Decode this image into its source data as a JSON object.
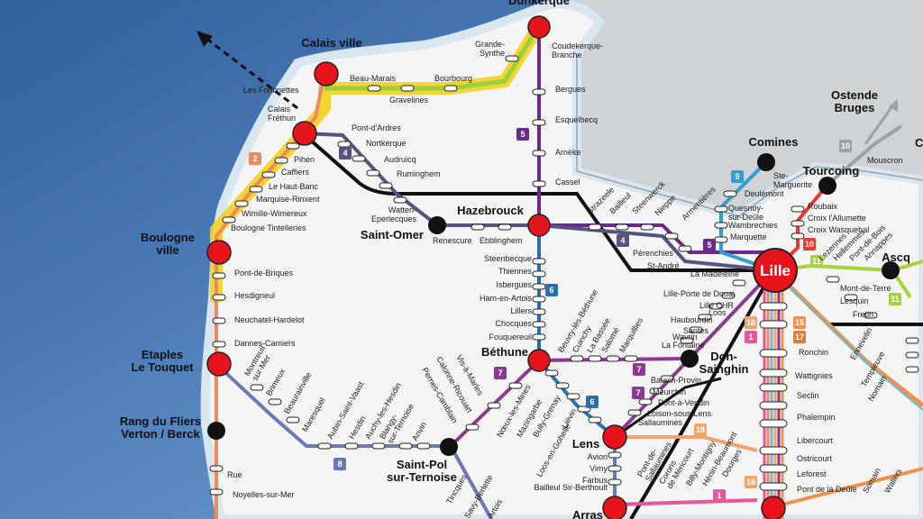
{
  "map_title": "",
  "cities": {
    "dunkerque": "Dunkerque",
    "calais": "Calais ville",
    "calais_frethun": "Calais\nFréthun",
    "boulogne": "Boulogne\nville",
    "etaples": "Etaples\nLe Touquet",
    "rang": "Rang du Fliers\nVerton / Berck",
    "saint_omer": "Saint-Omer",
    "hazebrouck": "Hazebrouck",
    "bethune": "Béthune",
    "saint_pol": "Saint-Pol\nsur-Ternoise",
    "lens": "Lens",
    "arras": "Arras",
    "don_sainghin": "Don-\nSainghin",
    "lille": "Lille",
    "comines": "Comines",
    "tourcoing": "Tourcoing",
    "ascq": "Ascq",
    "ostende": "Ostende\nBruges",
    "courtrai": "Court"
  },
  "stations": {
    "coudekerque": "Coudekerque-\nBranche",
    "grande_synthe": "Grande-\nSynthe",
    "beau_marais": "Beau-Marais",
    "bourbourg": "Bourbourg",
    "gravelines": "Gravelines",
    "fontinettes": "Les Fontinettes",
    "bergues": "Bergues",
    "esquelbecq": "Esquelbecq",
    "arneke": "Arnèke",
    "cassel": "Cassel",
    "pont_ardres": "Pont-d'Ardres",
    "nortkerque": "Nortkerque",
    "audruicq": "Audruicq",
    "ruminghem": "Ruminghem",
    "watten": "Watten-\nEperlecques",
    "pihen": "Pihen",
    "caffiers": "Caffiers",
    "haut_banc": "Le Haut-Banc",
    "marquise": "Marquise-Rinxent",
    "wimille": "Wimille-Wimereux",
    "boulogne_tint": "Boulogne Tintelleries",
    "pont_briques": "Pont-de-Briques",
    "hesdigneul": "Hesdigneul",
    "neuchatel": "Neuchatel-Hardelot",
    "dannes": "Dannes-Camiers",
    "rue": "Rue",
    "noyelles": "Noyelles-sur-Mer",
    "renescure": "Renescure",
    "ebblinghem": "Ebblinghem",
    "steenbecque": "Steenbecque",
    "thiennes": "Thiennes",
    "isbergues": "Isbergues",
    "ham": "Ham-en-Artois",
    "lillers": "Lillers",
    "chocques": "Chocques",
    "fouquereuil": "Fouquereuil",
    "strazeele": "Strazeele",
    "bailleul": "Bailleul",
    "steenwerck": "Steenwerck",
    "nieppe": "Nieppe",
    "armentieres": "Armentières",
    "perenchies": "Pérenchies",
    "st_andre": "St-André",
    "la_madeleine": "La Madeleine",
    "ste_marguerite": "Ste-\nMarguerite",
    "deulemont": "Deulémont",
    "quesnoy": "Quesnoy-\nsur-Deûle",
    "wambrechies": "Wambrechies",
    "marquette": "Marquette",
    "roubaix": "Roubaix",
    "croix_allumette": "Croix l'Allumette",
    "croix_wasquehal": "Croix Wasquehal",
    "mouscron": "Mouscron",
    "lezennes": "Lezennes",
    "hellemmes": "Hellemmes",
    "pont_de_bois": "Pont-de-Bois",
    "annappes": "Annappes",
    "mont_de_terre": "Mont-de-Terre",
    "lesquin": "Lesquin",
    "fretin": "Fretin",
    "lille_porte_douai": "Lille-Porte de Douai",
    "lille_chr": "Lille CHR",
    "loos": "Loos",
    "haubourdin": "Haubourdin",
    "santes": "Santes",
    "wavrin": "Wavrin",
    "la_fontaine": "La Fontaine",
    "beuvry": "Beuvry-lès-Béthune",
    "cuinchy": "Cuinchy",
    "la_bassee": "La Bassée",
    "salome": "Salomé",
    "marquillies": "Marquillies",
    "bauvin": "Bauvin-Provin",
    "meurchin": "Meurchin",
    "pont_vendin": "Pont-à-Vendin",
    "loison": "Loison-sous-Lens",
    "sallaumines": "Sallaumines",
    "ronchin": "Ronchin",
    "wattignies": "Wattignies",
    "seclin": "Seclin",
    "phalempin": "Phalempin",
    "libercourt": "Libercourt",
    "ostricourt": "Ostricourt",
    "leforest": "Leforest",
    "pont_deule": "Pont de la Deûle",
    "ennevelin": "Ennevelin",
    "templeuve": "Templeuve",
    "nomain": "Nomain",
    "somain": "Somain",
    "wallers": "Wallers",
    "montreuil": "Montreuil\nsur-Mer",
    "brimeux": "Brimeux",
    "beaurainville": "Beaurainville",
    "maresquel": "Maresquel",
    "aubin": "Aubin-Saint-Vaast",
    "hesdin": "Hesdin",
    "auchy": "Auchy-les-Hesdin",
    "blangy": "Blangy-\nsur-Ternoise",
    "anvin": "Anvin",
    "vis_a_marles": "Vis-à-Marles",
    "calonne": "Calonne-Ricouart",
    "pernes": "Pernes-Camblain",
    "noeux": "Nœux-les-Mines",
    "mazingarbe": "Mazingarbe",
    "bully": "Bully-Grenay",
    "lievin": "Liévin",
    "loos_gohelle": "Loos-en-Gohelle",
    "avion": "Avion",
    "vimy": "Vimy",
    "farbus": "Farbus",
    "bailleul_sb": "Bailleul Sir-Berthoult",
    "pont_sallaumines": "Pont-de-\nSallaumines",
    "courrieres": "Corons\nde Méricourt",
    "billy": "Billy-Montigny",
    "henin": "Hénin-Beaumont",
    "dourges": "Dourges",
    "tincques": "Tincques",
    "savy": "Savy-Berlette",
    "aubigny": "Artois"
  },
  "line_badges": [
    "1",
    "2",
    "4",
    "5",
    "6",
    "7",
    "8",
    "9",
    "10",
    "11",
    "15",
    "17",
    "18"
  ],
  "colors": {
    "sea": "#3f6fa8",
    "land": "#f2f2f2",
    "belgium": "#cfd3d6",
    "coast_pale": "#e7f0f6",
    "tgv_black": "#111111",
    "line_1": "#e8579a",
    "line_2": "#f08a5d",
    "line_2_yellow": "#f4d21f",
    "line_3_green": "#9bcf3b",
    "line_4": "#55537f",
    "line_5": "#6a2a8a",
    "line_6": "#2b6fb0",
    "line_7": "#8b3a8f",
    "line_8": "#6b79b5",
    "line_9": "#2e9fd2",
    "line_10": "#e83a2f",
    "line_11": "#a9d23a",
    "line_15": "#f0924c",
    "line_17": "#e6783a",
    "line_18": "#f2a56a",
    "hub_red": "#e8141b"
  },
  "icons": [
    "ferry-arrow-icon",
    "belgium-line-arrow-icon"
  ]
}
